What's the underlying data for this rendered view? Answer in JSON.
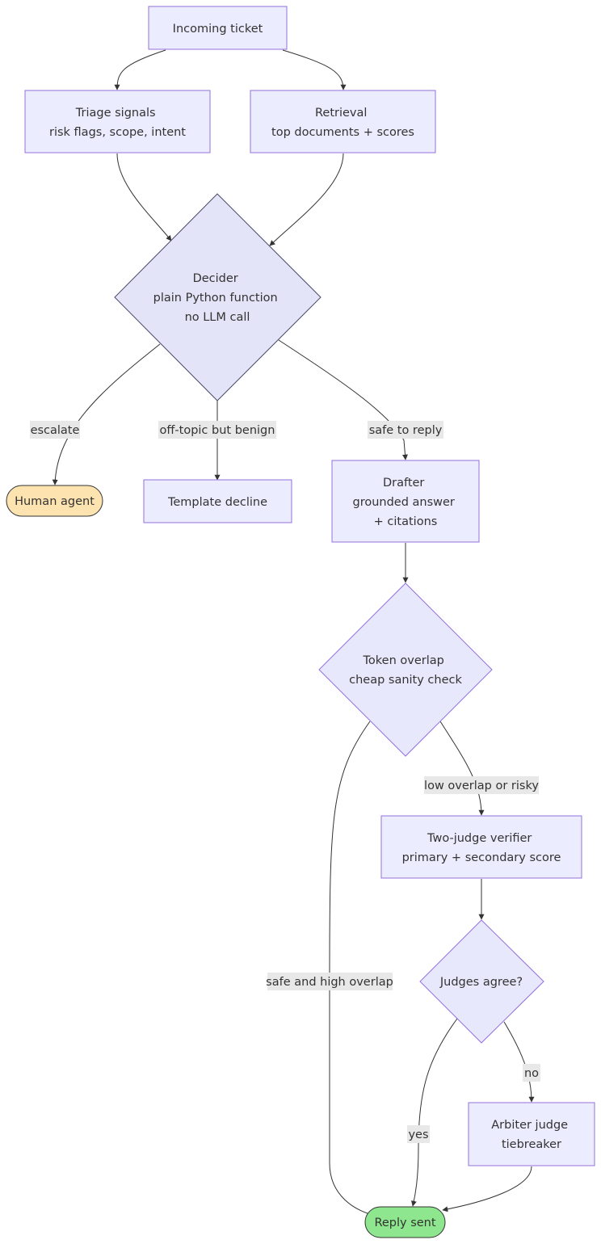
{
  "colors": {
    "node_fill": "#ececff",
    "node_stroke": "#9370db",
    "decision_stroke": "#4b4b6b",
    "edge": "#333333",
    "edge_label_bg": "#e8e8e8",
    "human_fill": "#fde3b0",
    "reply_fill": "#8ee68e"
  },
  "nodes": {
    "incoming": [
      "Incoming ticket"
    ],
    "triage": [
      "Triage signals",
      "risk flags, scope, intent"
    ],
    "retrieval": [
      "Retrieval",
      "top documents + scores"
    ],
    "decider": [
      "Decider",
      "plain Python function",
      "no LLM call"
    ],
    "human": [
      "Human agent"
    ],
    "template": [
      "Template decline"
    ],
    "drafter": [
      "Drafter",
      "grounded answer",
      "+ citations"
    ],
    "token": [
      "Token overlap",
      "cheap sanity check"
    ],
    "twojudge": [
      "Two-judge verifier",
      "primary + secondary score"
    ],
    "agree": [
      "Judges agree?"
    ],
    "arbiter": [
      "Arbiter judge",
      "tiebreaker"
    ],
    "reply": [
      "Reply sent"
    ]
  },
  "edges": {
    "escalate": "escalate",
    "offtopic": "off-topic but benign",
    "safe": "safe to reply",
    "lowoverlap": "low overlap or risky",
    "safehigh": "safe and high overlap",
    "yes": "yes",
    "no": "no"
  }
}
